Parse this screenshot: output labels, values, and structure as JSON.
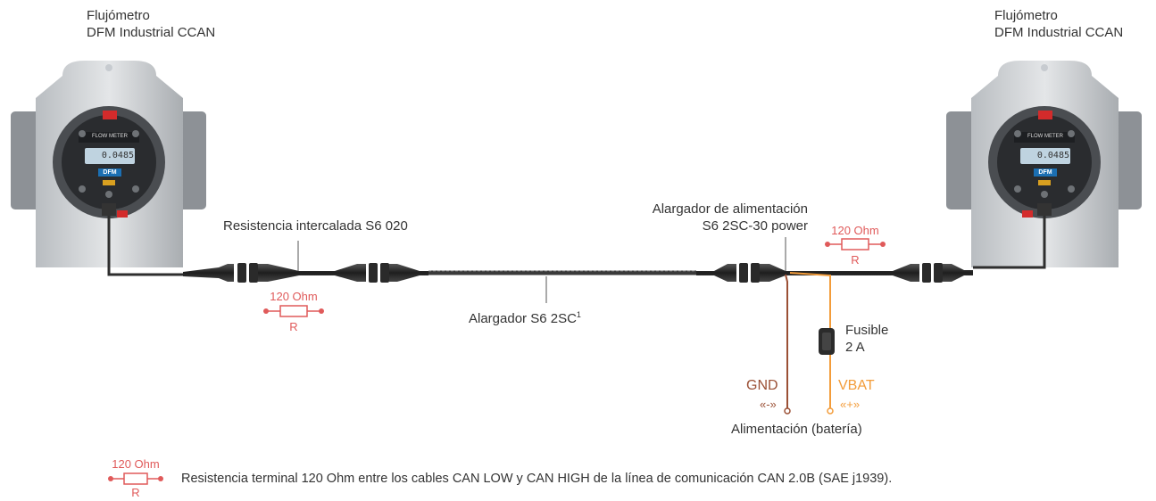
{
  "flowmeter_left": {
    "line1": "Flujómetro",
    "line2": "DFM Industrial CCAN",
    "display": "0.0485",
    "brand": "DFM",
    "header": "FLOW METER"
  },
  "flowmeter_right": {
    "line1": "Flujómetro",
    "line2": "DFM Industrial CCAN",
    "display": "0.0485",
    "brand": "DFM",
    "header": "FLOW METER"
  },
  "resistor_inline": {
    "label": "Resistencia intercalada S6 020",
    "ohm": "120 Ohm",
    "r": "R"
  },
  "extension": {
    "label": "Alargador S6 2SC",
    "sup": "1"
  },
  "power_ext": {
    "line1": "Alargador de alimentación",
    "line2": "S6 2SC-30 power",
    "ohm": "120 Ohm",
    "r": "R"
  },
  "fuse": {
    "line1": "Fusible",
    "line2": "2 A"
  },
  "gnd": {
    "label": "GND",
    "sign": "«-»"
  },
  "vbat": {
    "label": "VBAT",
    "sign": "«+»"
  },
  "power_source": "Alimentación (batería)",
  "legend": {
    "ohm": "120 Ohm",
    "r": "R",
    "text": "Resistencia terminal 120 Ohm entre los cables CAN LOW y CAN HIGH de la línea de comunicación CAN 2.0B (SAE j1939)."
  },
  "colors": {
    "resistor": "#e05a5a",
    "gnd_wire": "#9b5035",
    "vbat_wire": "#f39c3a",
    "cable": "#3a3a3a"
  }
}
